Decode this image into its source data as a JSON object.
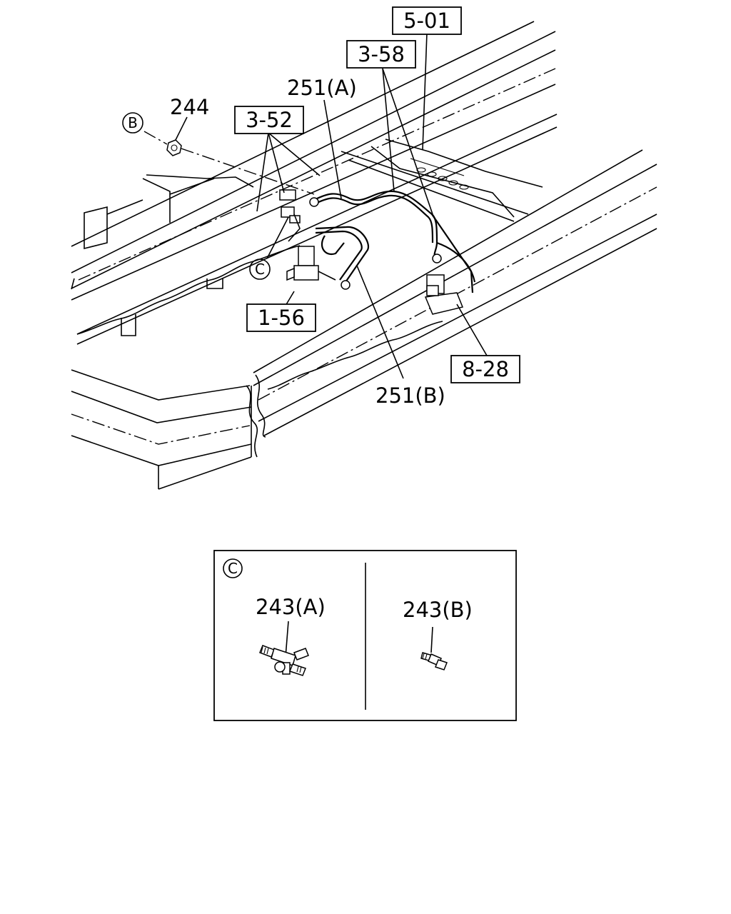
{
  "callouts": {
    "ref_5_01": "5-01",
    "ref_3_58": "3-58",
    "ref_3_52": "3-52",
    "ref_1_56": "1-56",
    "ref_8_28": "8-28",
    "part_251a": "251(A)",
    "part_251b": "251(B)",
    "part_244": "244",
    "view_b": "B",
    "view_c": "C"
  },
  "detail_c": {
    "marker": "C",
    "part_243a": "243(A)",
    "part_243b": "243(B)"
  }
}
